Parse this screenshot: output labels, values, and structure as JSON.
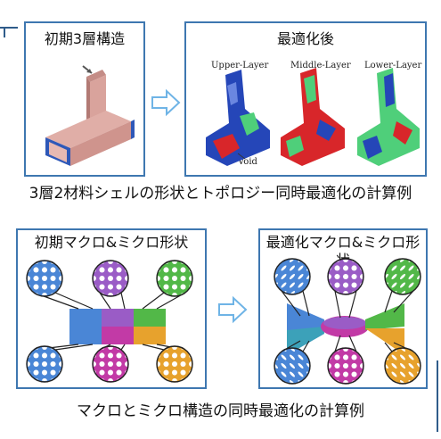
{
  "top": {
    "initial_title": "初期3層構造",
    "optimized_title": "最適化後",
    "layers": [
      "Upper-Layer",
      "Middle-Layer",
      "Lower-Layer"
    ],
    "void_label": "Void",
    "caption": "3層2材料シェルの形状とトポロジー同時最適化の計算例"
  },
  "bottom": {
    "initial_title": "初期マクロ&ミクロ形状",
    "optimized_title": "最適化マクロ&ミクロ形状",
    "caption": "マクロとミクロ構造の同時最適化の計算例"
  },
  "colors": {
    "frame": "#3e77b0",
    "arrow": "#6fb4e6",
    "shell": "#d9a39c",
    "opt_blue": "#2546b8",
    "opt_red": "#d8262a",
    "opt_green": "#4fcf7a",
    "micro_blue": "#4a86d6",
    "micro_purple": "#9a5cc6",
    "micro_green": "#52b848",
    "micro_magenta": "#c23aa6",
    "micro_orange": "#e7a22d"
  }
}
